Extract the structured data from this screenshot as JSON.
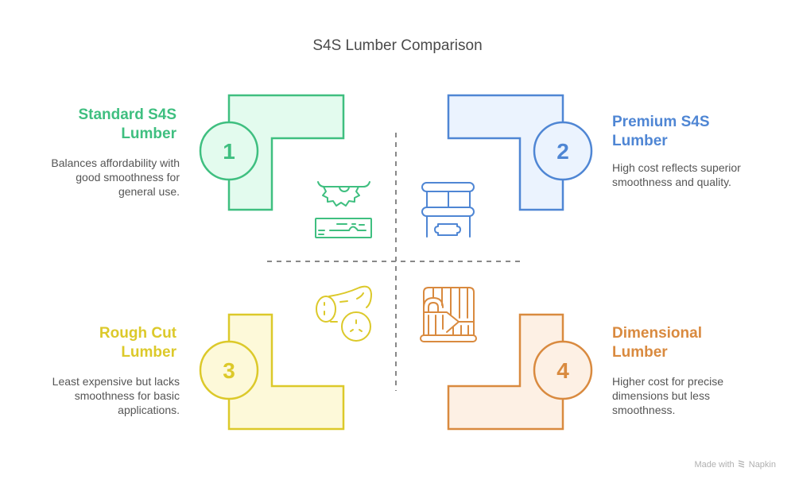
{
  "title": "S4S Lumber Comparison",
  "colors": {
    "green": "#3fbf80",
    "green_fill": "#e3fbee",
    "blue": "#4f86d4",
    "blue_fill": "#ebf3fe",
    "yellow": "#dcc92a",
    "yellow_fill": "#fdf9d9",
    "orange": "#d98a3f",
    "orange_fill": "#fdf0e4",
    "divider": "#888888",
    "text": "#555555"
  },
  "quadrants": [
    {
      "number": "1",
      "heading_line1": "Standard S4S",
      "heading_line2": "Lumber",
      "desc_line1": "Balances affordability with",
      "desc_line2": "good smoothness for",
      "desc_line3": "general use.",
      "icon": "saw-blade-over-plank-icon"
    },
    {
      "number": "2",
      "heading_line1": "Premium S4S",
      "heading_line2": "Lumber",
      "desc_line1": "High cost reflects superior",
      "desc_line2": "smoothness and quality.",
      "icon": "planer-machine-icon"
    },
    {
      "number": "3",
      "heading_line1": "Rough Cut",
      "heading_line2": "Lumber",
      "desc_line1": "Least expensive but lacks",
      "desc_line2": "smoothness for basic",
      "desc_line3": "applications.",
      "icon": "log-with-slice-icon"
    },
    {
      "number": "4",
      "heading_line1": "Dimensional",
      "heading_line2": "Lumber",
      "desc_line1": "Higher cost for precise",
      "desc_line2": "dimensions but less",
      "desc_line3": "smoothness.",
      "icon": "stacked-boards-icon"
    }
  ],
  "watermark": {
    "prefix": "Made with",
    "brand": "Napkin",
    "icon": "napkin-logo-icon"
  }
}
